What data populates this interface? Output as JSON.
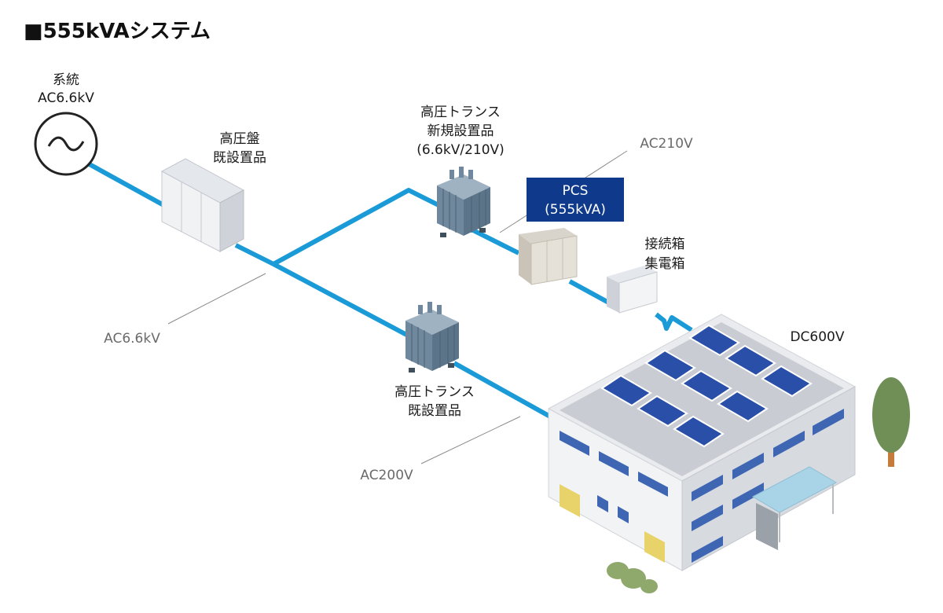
{
  "title": "■555kVAシステム",
  "grid": {
    "line1": "系統",
    "line2": "AC6.6kV"
  },
  "hv_panel": {
    "line1": "高圧盤",
    "line2": "既設置品"
  },
  "new_transformer": {
    "line1": "高圧トランス",
    "line2": "新規設置品",
    "line3": "(6.6kV/210V)"
  },
  "existing_transformer": {
    "line1": "高圧トランス",
    "line2": "既設置品"
  },
  "pcs": {
    "line1": "PCS",
    "line2": "(555kVA)"
  },
  "junction_box": {
    "line1": "接続箱",
    "line2": "集電箱"
  },
  "voltages": {
    "ac210": "AC210V",
    "ac66": "AC6.6kV",
    "ac200": "AC200V",
    "dc600": "DC600V"
  },
  "colors": {
    "line": "#1a9ad6",
    "pcs_box": "#0f3a8c",
    "panel": "#2a4fa8"
  }
}
